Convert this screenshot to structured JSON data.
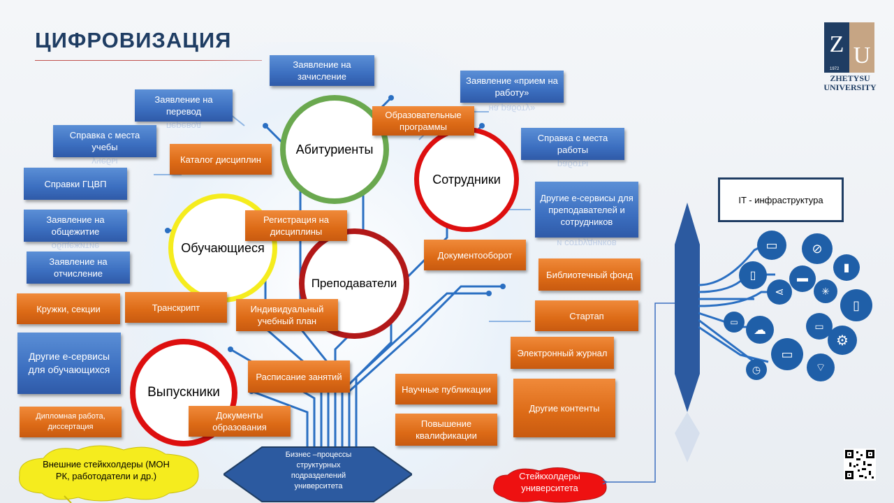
{
  "title": "ЦИФРОВИЗАЦИЯ",
  "logo": {
    "letters": "ZU",
    "year": "1972",
    "name_line1": "ZHETYSU",
    "name_line2": "UNIVERSITY"
  },
  "circles": {
    "applicants": "Абитуриенты",
    "employees": "Сотрудники",
    "students": "Обучающиеся",
    "teachers": "Преподаватели",
    "graduates": "Выпускники"
  },
  "blue_boxes": {
    "enrollment": "Заявление на зачисление",
    "hire": "Заявление «прием на работу»",
    "transfer": "Заявление на перевод",
    "study_cert": "Справка с места учебы",
    "work_cert": "Справка с места работы",
    "gcvp": "Справки ГЦВП",
    "other_staff": "Другие е-сервисы для преподавателей и сотрудников",
    "dormitory": "Заявление на общежитие",
    "expulsion": "Заявление на отчисление",
    "other_students": "Другие е-сервисы для обучающихся"
  },
  "orange_boxes": {
    "programs": "Образовательные программы",
    "catalog": "Каталог дисциплин",
    "registration": "Регистрация на дисциплины",
    "docflow": "Документооборот",
    "library": "Библиотечный фонд",
    "clubs": "Кружки, секции",
    "transcript": "Транскрипт",
    "iup": "Индивидуальный учебный план",
    "startup": "Стартап",
    "ejournal": "Электронный журнал",
    "thesis": "Дипломная работа, диссертация",
    "schedule": "Расписание занятий",
    "publications": "Научные публикации",
    "other_content": "Другие контенты",
    "edu_docs": "Документы образования",
    "qualification": "Повышение квалификации"
  },
  "hexagon": "Бизнес –процессы структурных подразделений университета",
  "clouds": {
    "external": "Внешние стейкхолдеры (МОН РК, работодатели и др.)",
    "internal": "Стейкхолдеры университета"
  },
  "it_box": "IT - инфраструктура",
  "colors": {
    "title": "#1f3d63",
    "blue": "#3c6fc0",
    "orange": "#dc6a16",
    "green": "#6aa84f",
    "red": "#dd0f0f",
    "yellow": "#f5ec1e",
    "darkred": "#b21818",
    "navy": "#1f3d63"
  }
}
